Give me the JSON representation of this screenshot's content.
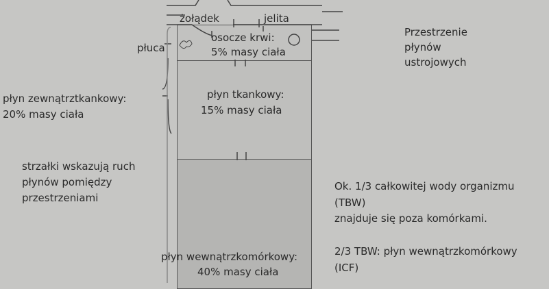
{
  "labels": {
    "stomach": "żołądek",
    "intestines": "jelita",
    "lungs": "płuca",
    "plasma": [
      "osocze krwi:",
      "5% masy ciała"
    ],
    "interstitial": [
      "płyn tkankowy:",
      "15% masy ciała"
    ],
    "extracellular": [
      "płyn zewnątrztkankowy:",
      "20% masy ciała"
    ],
    "arrows_note": [
      "strzałki wskazują ruch",
      "płynów pomiędzy",
      "przestrzeniami"
    ],
    "intracellular": [
      "płyn wewnątrzkomórkowy:",
      "40% masy ciała"
    ],
    "title": [
      "Przestrzenie",
      "płynów",
      "ustrojowych"
    ],
    "tbw_note": [
      "Ok. 1/3 całkowitej wody organizmu",
      "(TBW)",
      "znajduje się poza komórkami."
    ],
    "icf_note": [
      "2/3 TBW: płyn wewnątrzkomórkowy",
      "(ICF)"
    ]
  },
  "colors": {
    "background": "#c6c6c4",
    "plasma": "#c0c0be",
    "interstitial": "#bdbdbb",
    "intracellular": "#b4b4b2"
  }
}
